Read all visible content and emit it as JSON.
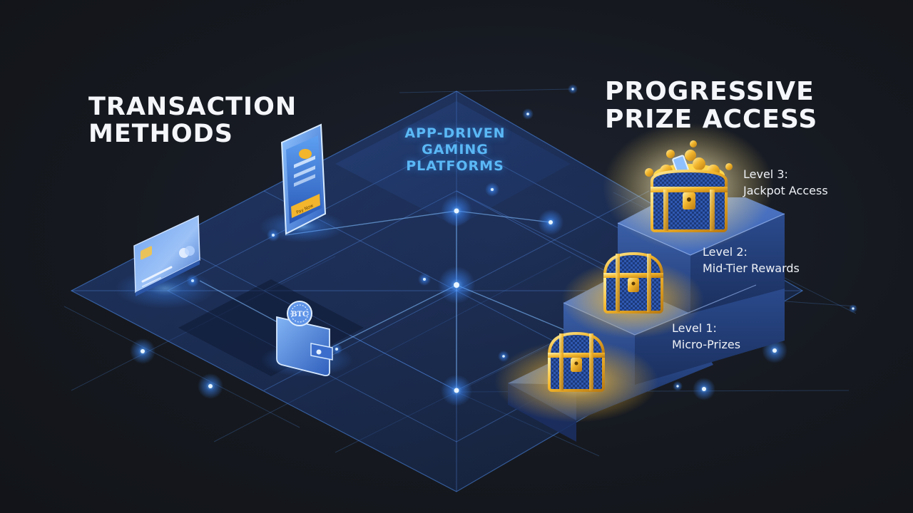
{
  "headings": {
    "left": "TRANSACTION METHODS",
    "right": "PROGRESSIVE PRIZE ACCESS",
    "center": "APP-DRIVEN GAMING PLATFORMS"
  },
  "icons": {
    "phone_button": "Pay Now",
    "crypto_badge": "BTC"
  },
  "levels": [
    {
      "title": "Level 1:",
      "description": "Micro-Prizes"
    },
    {
      "title": "Level 2:",
      "description": "Mid-Tier Rewards"
    },
    {
      "title": "Level 3:",
      "description": "Jackpot Access"
    }
  ],
  "colors": {
    "background": "#16181d",
    "grid_glow": "#3d8bff",
    "accent_blue": "#5ab8f5",
    "gold": "#f2b52c",
    "text": "#f4f6fa"
  }
}
